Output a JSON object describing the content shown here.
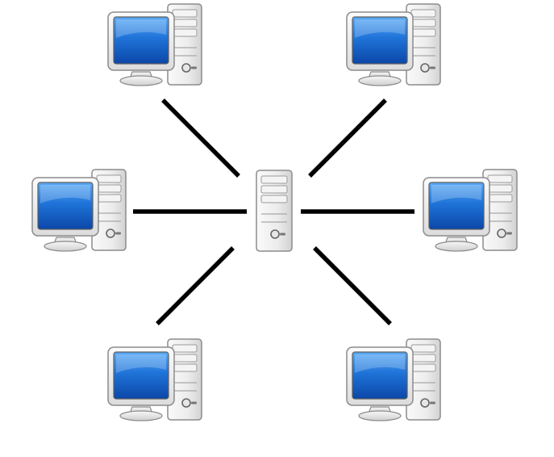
{
  "diagram": {
    "topology": "star",
    "hub": {
      "icon": "server-tower-icon"
    },
    "clients": [
      {
        "id": "client-top-left",
        "icon": "desktop-computer-icon"
      },
      {
        "id": "client-top-right",
        "icon": "desktop-computer-icon"
      },
      {
        "id": "client-middle-left",
        "icon": "desktop-computer-icon"
      },
      {
        "id": "client-middle-right",
        "icon": "desktop-computer-icon"
      },
      {
        "id": "client-bottom-left",
        "icon": "desktop-computer-icon"
      },
      {
        "id": "client-bottom-right",
        "icon": "desktop-computer-icon"
      }
    ],
    "links": [
      {
        "from": "hub",
        "to": "client-top-left"
      },
      {
        "from": "hub",
        "to": "client-top-right"
      },
      {
        "from": "hub",
        "to": "client-middle-left"
      },
      {
        "from": "hub",
        "to": "client-middle-right"
      },
      {
        "from": "hub",
        "to": "client-bottom-left"
      },
      {
        "from": "hub",
        "to": "client-bottom-right"
      }
    ],
    "colors": {
      "background": "#ffffff",
      "link": "#000000",
      "screen": "#1f73d8",
      "case": "#e9e9e9",
      "outline": "#8c8c8c"
    }
  }
}
